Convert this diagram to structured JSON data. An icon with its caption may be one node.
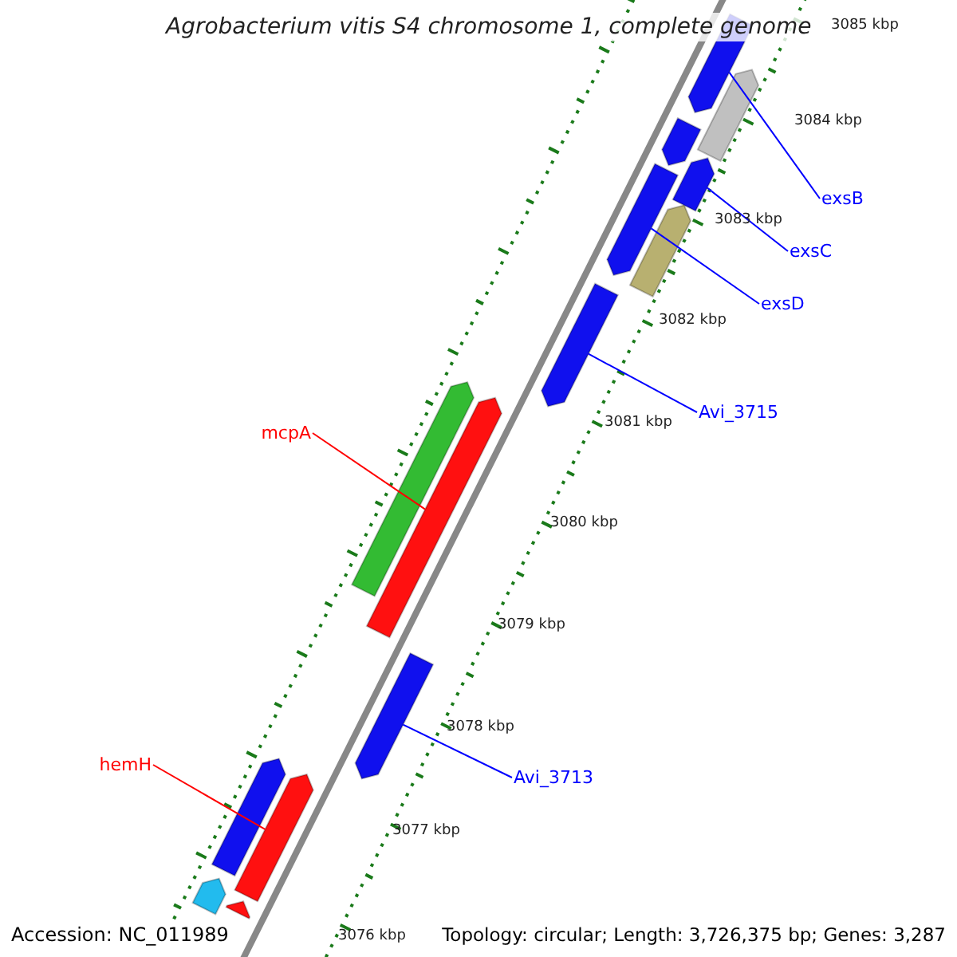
{
  "diagram": {
    "title": "Agrobacterium vitis S4 chromosome 1, complete genome",
    "nodes": [
      {
        "text": [
          "mcpA"
        ]
      },
      {
        "text": [],
        "shape": "bar"
      },
      {
        "text": [
          "hemH"
        ]
      },
      {
        "text": [],
        "shape": "bar"
      },
      {
        "text": [
          "exsB"
        ]
      },
      {
        "text": [],
        "shape": "bar"
      },
      {
        "text": [
          "exsC"
        ]
      },
      {
        "text": [],
        "shape": "bar"
      },
      {
        "text": [
          "exsD"
        ]
      },
      {
        "text": [],
        "shape": "bar"
      },
      {
        "text": [
          "Avi_3715"
        ]
      },
      {
        "text": [],
        "shape": "bar"
      },
      {
        "text": [
          "Avi_3713"
        ]
      },
      {
        "text": [],
        "shape": "bar"
      },
      {
        "text": [],
        "shape": "bar"
      },
      {
        "text": [],
        "shape": "bar"
      },
      {
        "text": [],
        "shape": "bar"
      },
      {
        "text": [],
        "shape": "bar"
      },
      {
        "text": [],
        "shape": "bar"
      },
      {
        "text": [],
        "shape": "bar"
      },
      {
        "text": [],
        "shape": "bar"
      }
    ],
    "edges": [
      {
        "from": 0,
        "to": 1,
        "arrow": "none",
        "color": "#ff0000"
      },
      {
        "from": 2,
        "to": 3,
        "arrow": "none",
        "color": "#ff0000"
      },
      {
        "from": 4,
        "to": 5,
        "arrow": "none"
      },
      {
        "from": 6,
        "to": 7,
        "arrow": "none"
      },
      {
        "from": 8,
        "to": 9,
        "arrow": "none"
      },
      {
        "from": 10,
        "to": 11,
        "arrow": "none"
      },
      {
        "from": 12,
        "to": 13,
        "arrow": "none"
      }
    ],
    "labels": [
      "3085 kbp",
      "3084 kbp",
      "3083 kbp",
      "3082 kbp",
      "3081 kbp",
      "3080 kbp",
      "3079 kbp",
      "3078 kbp",
      "3077 kbp",
      "3076 kbp",
      "Accession: NC_011989",
      "Topology: circular; Length: 3,726,375 bp; Genes: 3,287"
    ]
  }
}
